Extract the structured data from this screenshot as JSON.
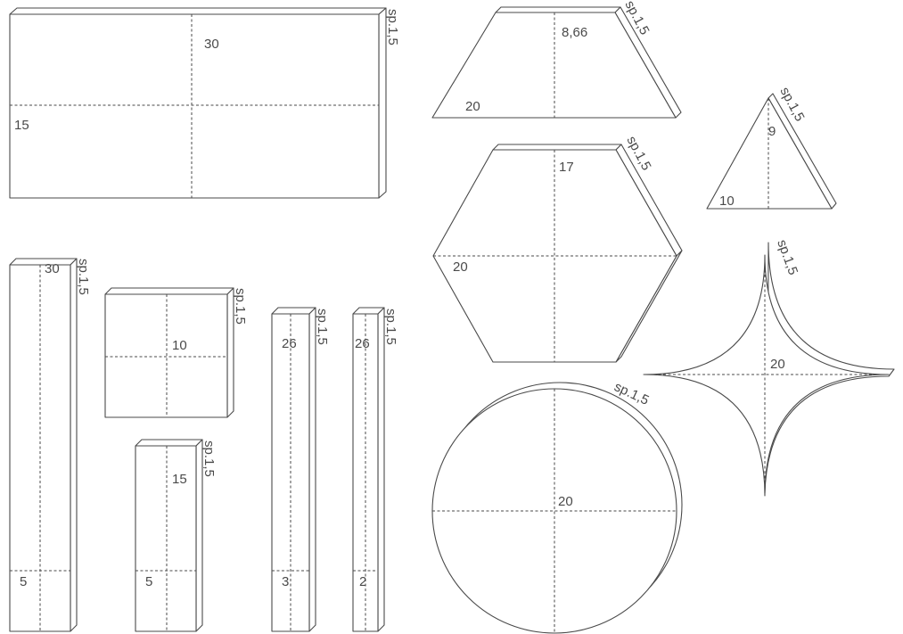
{
  "thickness_label": "sp.1,5",
  "shapes": {
    "rect_30x15": {
      "width_label": "30",
      "height_label": "15"
    },
    "trapezoid": {
      "height_label": "8,66",
      "base_label": "20"
    },
    "triangle": {
      "height_label": "9",
      "base_label": "10"
    },
    "hexagon": {
      "side_label": "17",
      "width_label": "20"
    },
    "astroid": {
      "width_label": "20"
    },
    "circle": {
      "diameter_label": "20"
    },
    "square_10": {
      "side_label": "10"
    },
    "bar_30x5": {
      "length_label": "30",
      "width_label": "5"
    },
    "bar_15x5": {
      "length_label": "15",
      "width_label": "5"
    },
    "bar_26x3": {
      "length_label": "26",
      "width_label": "3"
    },
    "bar_26x2": {
      "length_label": "26",
      "width_label": "2"
    }
  }
}
